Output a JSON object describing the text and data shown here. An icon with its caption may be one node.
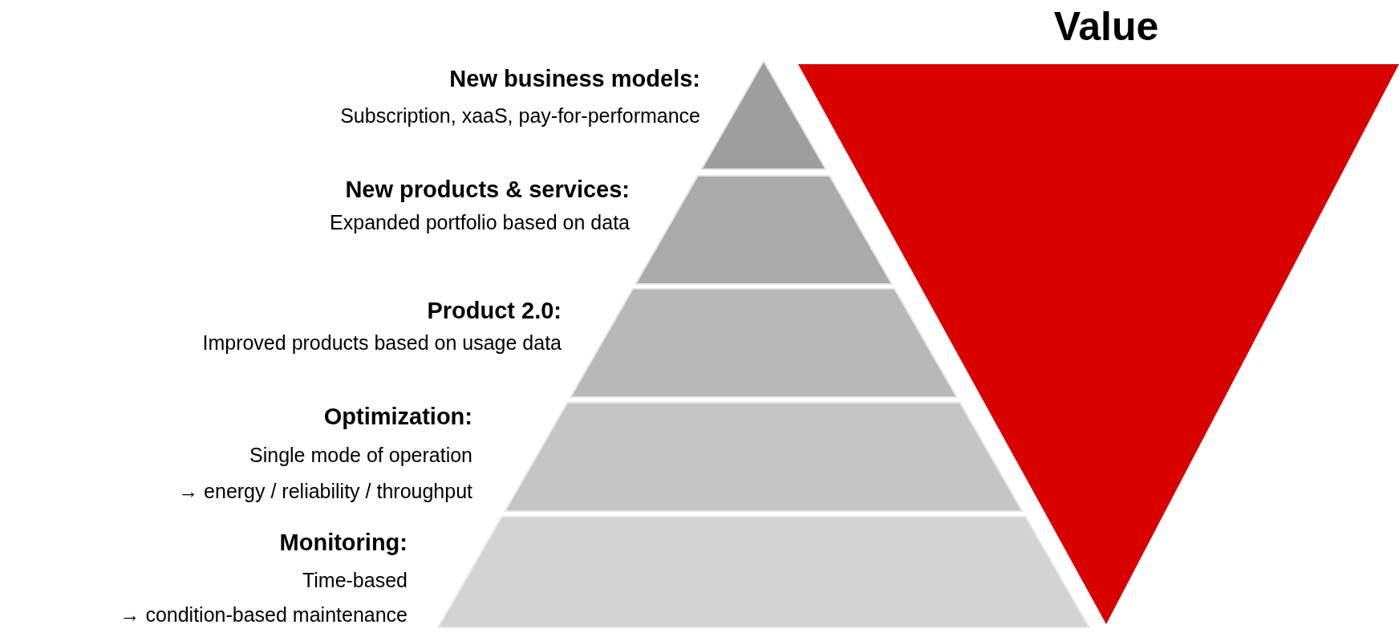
{
  "diagram": {
    "nodes": [
      {
        "text": [
          "New business models:",
          "Subscription, xaaS, pay-for-performance"
        ]
      },
      {
        "text": [
          "New products & services:",
          "Expanded portfolio based on data"
        ]
      },
      {
        "text": [
          "Product 2.0:",
          "Improved products based on usage data"
        ]
      },
      {
        "text": [
          "Optimization:",
          "Single mode of operation",
          "→ energy / reliability / throughput"
        ]
      },
      {
        "text": [
          "Monitoring:",
          "Time-based",
          "→ condition-based maintenance"
        ]
      },
      {
        "text": [
          "Value"
        ]
      }
    ]
  }
}
